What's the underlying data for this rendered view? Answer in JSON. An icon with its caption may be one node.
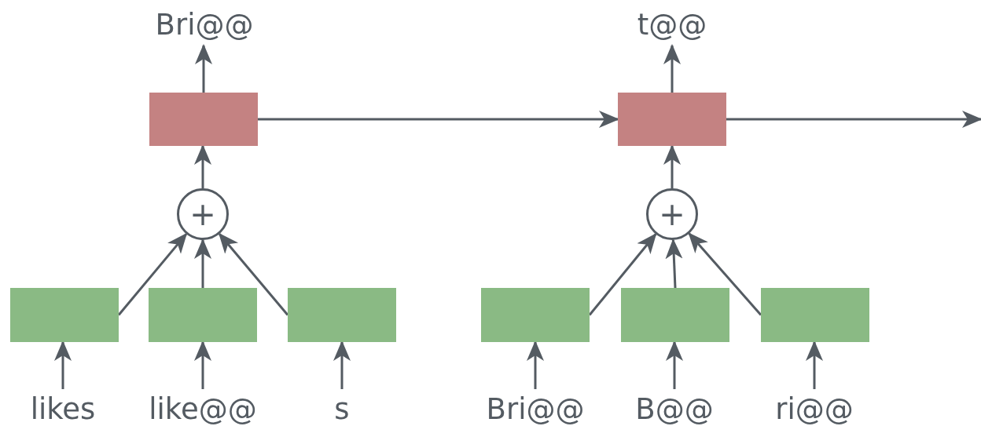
{
  "diagram": {
    "nodes": [
      {
        "text": [
          "Bri@@"
        ]
      },
      {
        "text": [],
        "shape": "box"
      },
      {
        "text": [
          "+"
        ]
      },
      {
        "text": [],
        "shape": "box"
      },
      {
        "text": [],
        "shape": "box"
      },
      {
        "text": [],
        "shape": "box"
      },
      {
        "text": [
          "likes"
        ]
      },
      {
        "text": [
          "like@@"
        ]
      },
      {
        "text": [
          "s"
        ]
      },
      {
        "text": [
          "t@@"
        ]
      },
      {
        "text": [],
        "shape": "box"
      },
      {
        "text": [
          "+"
        ]
      },
      {
        "text": [],
        "shape": "box"
      },
      {
        "text": [],
        "shape": "box"
      },
      {
        "text": [],
        "shape": "box"
      },
      {
        "text": [
          "Bri@@"
        ]
      },
      {
        "text": [
          "B@@"
        ]
      },
      {
        "text": [
          "ri@@"
        ]
      }
    ],
    "edges": [
      {
        "from": 1,
        "to": 0,
        "arrow": "to"
      },
      {
        "from": 2,
        "to": 1,
        "arrow": "to"
      },
      {
        "from": 3,
        "to": 2,
        "arrow": "to"
      },
      {
        "from": 4,
        "to": 2,
        "arrow": "to"
      },
      {
        "from": 5,
        "to": 2,
        "arrow": "to"
      },
      {
        "from": 6,
        "to": 3,
        "arrow": "to"
      },
      {
        "from": 7,
        "to": 4,
        "arrow": "to"
      },
      {
        "from": 8,
        "to": 5,
        "arrow": "to"
      },
      {
        "from": 1,
        "to": 10,
        "arrow": "to"
      },
      {
        "from": 10,
        "to": null,
        "arrow": "to"
      },
      {
        "from": 10,
        "to": 9,
        "arrow": "to"
      },
      {
        "from": 11,
        "to": 10,
        "arrow": "to"
      },
      {
        "from": 12,
        "to": 11,
        "arrow": "to"
      },
      {
        "from": 13,
        "to": 11,
        "arrow": "to"
      },
      {
        "from": 14,
        "to": 11,
        "arrow": "to"
      },
      {
        "from": 15,
        "to": 12,
        "arrow": "to"
      },
      {
        "from": 16,
        "to": 13,
        "arrow": "to"
      },
      {
        "from": 17,
        "to": 14,
        "arrow": "to"
      }
    ]
  }
}
